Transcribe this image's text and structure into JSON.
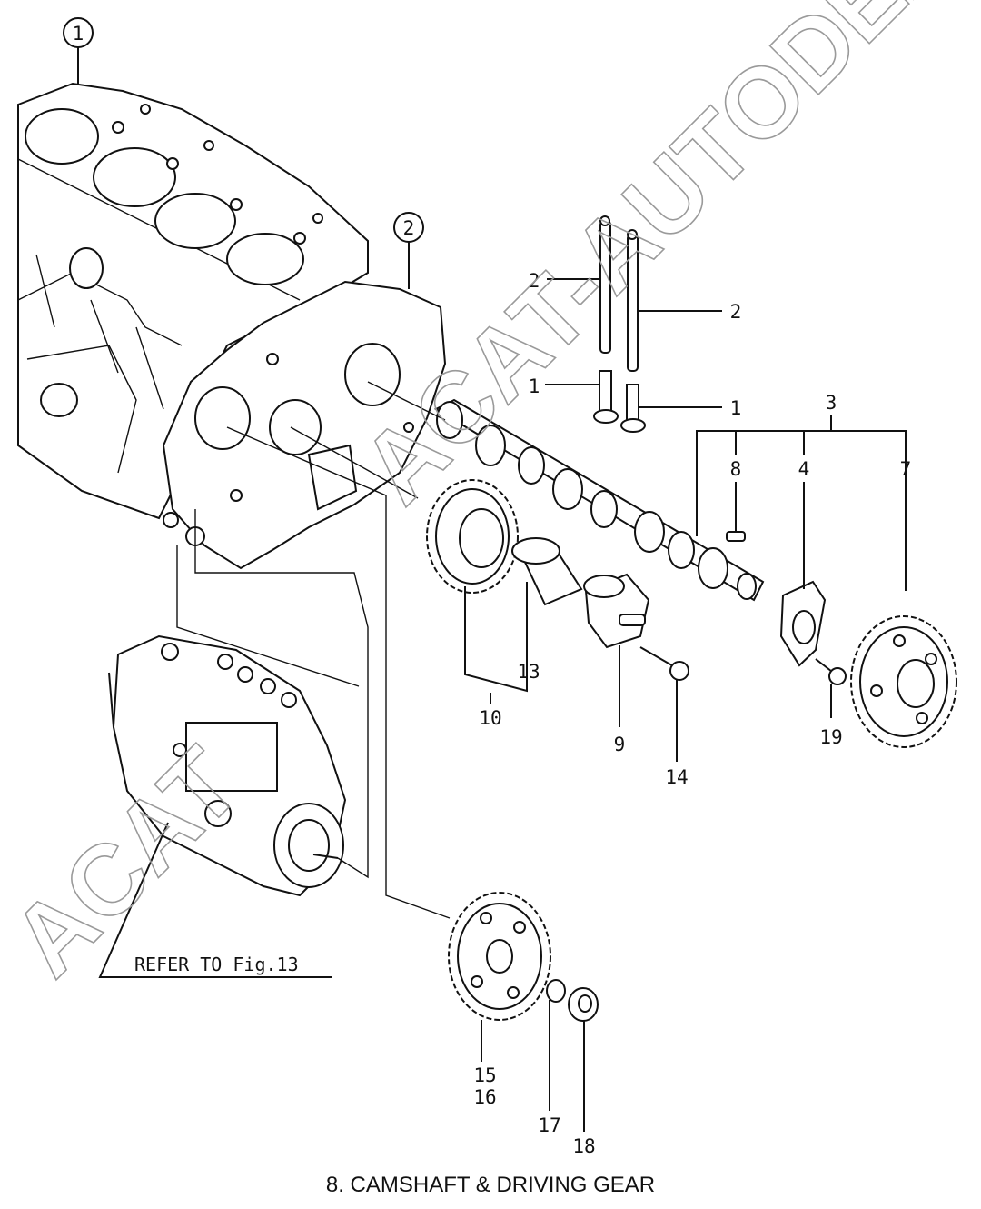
{
  "diagram": {
    "title": "8.  CAMSHAFT & DRIVING GEAR",
    "refer_note": "REFER TO Fig.13",
    "watermarks": [
      "ACAT-AUTODEALER.RU",
      "ACAT"
    ],
    "group_markers": [
      "1",
      "2"
    ],
    "callouts": {
      "c1a": "1",
      "c1b": "1",
      "c2a": "2",
      "c2b": "2",
      "c3": "3",
      "c4": "4",
      "c7": "7",
      "c8": "8",
      "c9": "9",
      "c10": "10",
      "c13": "13",
      "c14": "14",
      "c15": "15",
      "c16": "16",
      "c17": "17",
      "c18": "18",
      "c19": "19"
    }
  }
}
